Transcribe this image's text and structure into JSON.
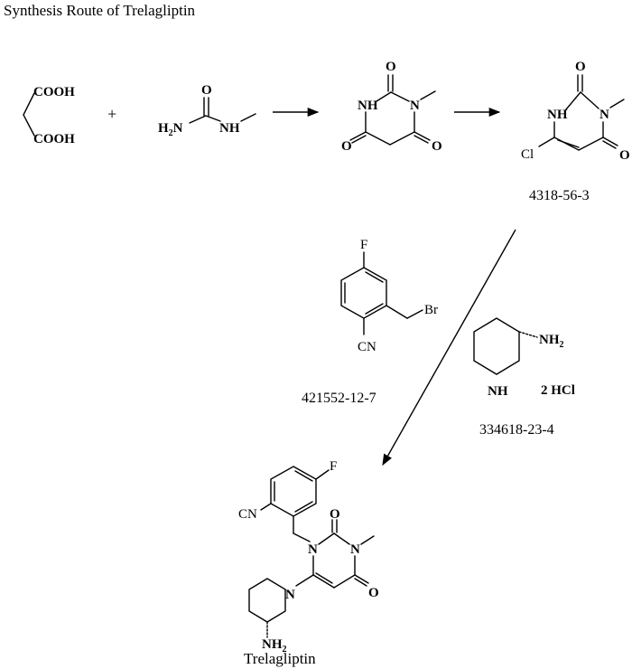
{
  "title": "Synthesis Route of Trelagliptin",
  "plus_sign": "+",
  "atoms": {
    "cooh": "COOH",
    "o": "O",
    "h2n": "H",
    "h2n_sub": "2",
    "h2n_n": "N",
    "nh": "NH",
    "n": "N",
    "cl": "Cl",
    "f": "F",
    "br": "Br",
    "cn": "CN",
    "nh2": "NH",
    "nh2_sub": "2",
    "hcl": "2 HCl"
  },
  "cas": {
    "chloro_uracil": "4318-56-3",
    "benzyl_bromide": "421552-12-7",
    "aminopiperidine": "334618-23-4"
  },
  "product_name": "Trelagliptin"
}
